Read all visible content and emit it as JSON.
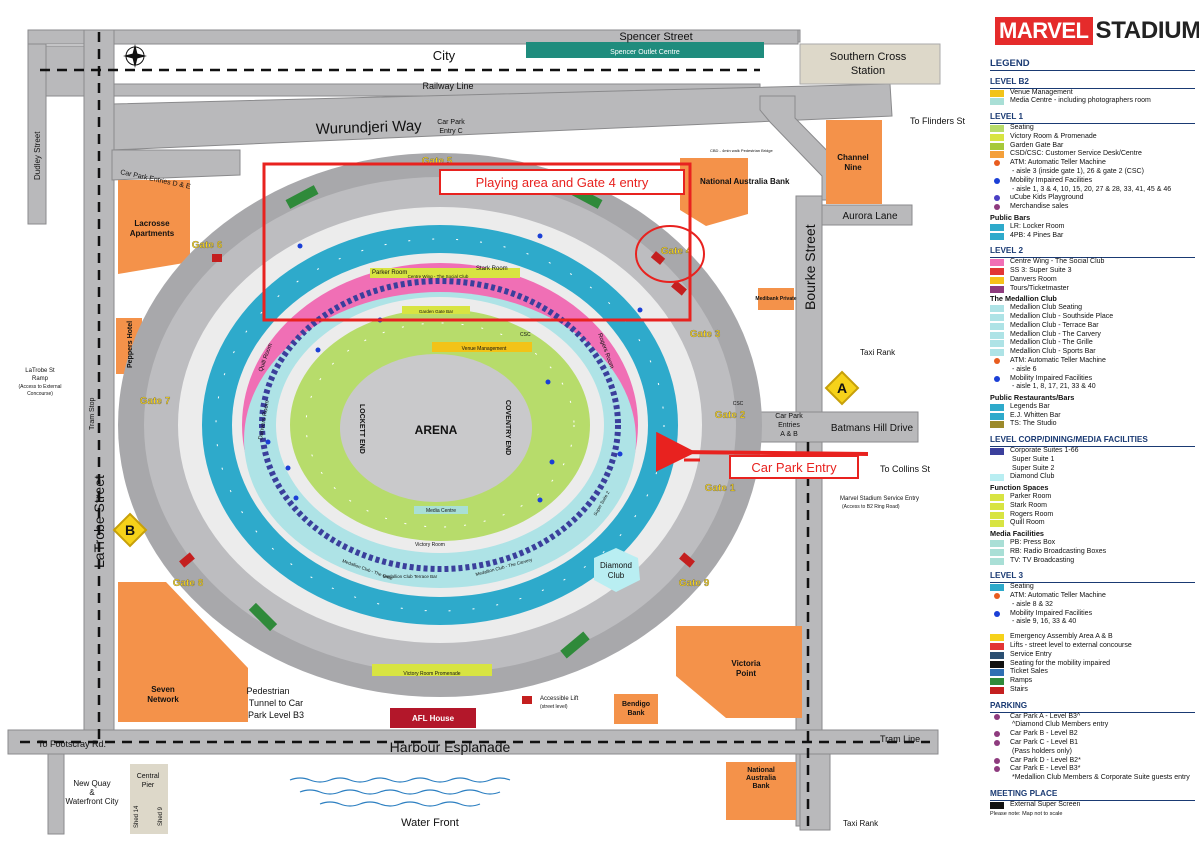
{
  "brand": {
    "word1": "MARVEL",
    "word2": "STADIUM"
  },
  "streets": {
    "spencer": "Spencer Street",
    "city": "City",
    "railway": "Railway Line",
    "wurundjeri": "Wurundjeri Way",
    "dudley": "Dudley Street",
    "latrobe": "LaTrobe Street",
    "bourke": "Bourke Street",
    "aurora": "Aurora Lane",
    "batmans": "Batmans Hill Drive",
    "harbour": "Harbour Esplanade",
    "water_front": "Water Front",
    "tram_stop": "Tram Stop",
    "tram_line": "Tram Line"
  },
  "places": {
    "spencer_outlet": "Spencer Outlet Centre",
    "southern_cross_1": "Southern Cross",
    "southern_cross_2": "Station",
    "channel_nine_1": "Channel",
    "channel_nine_2": "Nine",
    "lacrosse_1": "Lacrosse",
    "lacrosse_2": "Apartments",
    "peppers": "Peppers Hotel",
    "seven_1": "Seven",
    "seven_2": "Network",
    "victoria_1": "Victoria",
    "victoria_2": "Point",
    "bendigo_1": "Bendigo",
    "bendigo_2": "Bank",
    "nab_top": "National Australia Bank",
    "nab_bottom_1": "National",
    "nab_bottom_2": "Australia",
    "nab_bottom_3": "Bank",
    "afl_house": "AFL House",
    "medibank": "Medibank Private",
    "diamond_1": "Diamond",
    "diamond_2": "Club",
    "central_pier_1": "Central",
    "central_pier_2": "Pier",
    "shed14": "Shed 14",
    "shed9": "Shed 9",
    "new_quay_1": "New Quay",
    "new_quay_2": "&",
    "new_quay_3": "Waterfront City"
  },
  "directions": {
    "to_flinders": "To Flinders St",
    "to_collins": "To Collins St",
    "to_footscray": "To Footscray Rd.",
    "taxi_rank": "Taxi Rank",
    "cbd_walk": "CBD - 4min walk Pedestrian Bridge"
  },
  "car_parks": {
    "c_1": "Car Park",
    "c_2": "Entry C",
    "de": "Car Park Entries D & E",
    "ab_1": "Car Park",
    "ab_2": "Entries",
    "ab_3": "A & B",
    "tunnel_1": "Pedestrian",
    "tunnel_2": "Tunnel to Car",
    "tunnel_3": "Park Level B3",
    "latrobe_ramp_1": "LaTrobe St",
    "latrobe_ramp_2": "Ramp",
    "latrobe_ramp_3": "(Access to External",
    "latrobe_ramp_4": "Concourse)",
    "service_entry_1": "Marvel Stadium Service Entry",
    "service_entry_2": "(Access to B2 Ring Road)",
    "access_lift_1": "Accessible Lift",
    "access_lift_2": "(street level)"
  },
  "gates": {
    "g1": "Gate 1",
    "g2": "Gate 2",
    "g3": "Gate 3",
    "g4": "Gate 4",
    "g5": "Gate 5",
    "g6": "Gate 6",
    "g7": "Gate 7",
    "g8": "Gate 8",
    "g9": "Gate 9"
  },
  "assembly": {
    "a": "A",
    "b": "B"
  },
  "arena": {
    "name": "ARENA",
    "lockett": "LOCKETT END",
    "coventry": "COVENTRY END",
    "venue_mgmt": "Venue Management",
    "media_centre": "Media Centre",
    "csc": "CSC",
    "csd": "CSD",
    "parker": "Parker Room",
    "stark": "Stark Room",
    "rogers": "Rogers Room",
    "quill": "Quill Room",
    "danvers": "Danvers Room",
    "centre_wing": "Centre Wing - The Social Club",
    "garden_gate": "Garden Gate Bar",
    "victory": "Victory Room",
    "victory_prom": "Victory Room Promenade",
    "medallion_grille": "Medallion Club - The Grille",
    "medallion_carvery": "Medallion Club - The Carvery",
    "medallion_terrace": "Medallion Club Terrace Bar",
    "super_suite": "Super Suite 2",
    "ticket_sales": "Ticket Sales"
  },
  "annotations": {
    "playing_area": "Playing area and Gate 4 entry",
    "car_park_entry": "Car Park Entry"
  },
  "legend": {
    "title": "LEGEND",
    "b2_title": "LEVEL B2",
    "b2_items": [
      {
        "color": "#f2c318",
        "text": "Venue Management"
      },
      {
        "color": "#a9dfd6",
        "text": "Media Centre - including photographers room"
      }
    ],
    "l1_title": "LEVEL 1",
    "l1_items": [
      {
        "color": "#b7dc6b",
        "text": "Seating"
      },
      {
        "color": "#d8e442",
        "text": "Victory Room & Promenade"
      },
      {
        "color": "#a7c93a",
        "text": "Garden Gate Bar"
      },
      {
        "color": "#f4a03a",
        "text": "CSD/CSC: Customer Service Desk/Centre"
      }
    ],
    "l1_dots": [
      {
        "color": "#e85c1f",
        "text": "ATM: Automatic Teller Machine"
      },
      {
        "color": "",
        "text": "- aisle 3 (inside gate 1), 26 & gate 2 (CSC)"
      },
      {
        "color": "#1b3fd6",
        "text": "Mobility Impaired Facilities"
      },
      {
        "color": "",
        "text": "- aisle 1, 3 & 4, 10, 15, 20, 27 & 28, 33, 41, 45 & 46"
      },
      {
        "color": "#4a3fc4",
        "text": "uCube Kids Playground"
      },
      {
        "color": "#8e3b7e",
        "text": "Merchandise sales"
      }
    ],
    "pb_title": "Public Bars",
    "pb_items": [
      {
        "color": "#2eaacb",
        "text": "LR: Locker Room"
      },
      {
        "color": "#2eaacb",
        "text": "4PB: 4 Pines Bar"
      }
    ],
    "l2_title": "LEVEL 2",
    "l2_items": [
      {
        "color": "#f06fb5",
        "text": "Centre Wing - The Social Club"
      },
      {
        "color": "#e23535",
        "text": "SS 3: Super Suite 3"
      },
      {
        "color": "#f6c21a",
        "text": "Danvers Room"
      },
      {
        "color": "#8e3b7e",
        "text": "Tours/Ticketmaster"
      }
    ],
    "medallion_title": "The Medallion Club",
    "medallion_items": [
      {
        "color": "#aee3e6",
        "text": "Medallion Club Seating"
      },
      {
        "color": "#aee3e6",
        "text": "Medallion Club - Southside Place"
      },
      {
        "color": "#aee3e6",
        "text": "Medallion Club - Terrace Bar"
      },
      {
        "color": "#aee3e6",
        "text": "Medallion Club - The Carvery"
      },
      {
        "color": "#aee3e6",
        "text": "Medallion Club - The Grille"
      },
      {
        "color": "#aee3e6",
        "text": "Medallion Club - Sports Bar"
      }
    ],
    "l2_dots": [
      {
        "color": "#e85c1f",
        "text": "ATM: Automatic Teller Machine"
      },
      {
        "color": "",
        "text": "- aisle 6"
      },
      {
        "color": "#1b3fd6",
        "text": "Mobility Impaired Facilities"
      },
      {
        "color": "",
        "text": "- aisle 1, 8, 17, 21, 33 & 40"
      }
    ],
    "prb_title": "Public Restaurants/Bars",
    "prb_items": [
      {
        "color": "#2eaacb",
        "text": "Legends Bar"
      },
      {
        "color": "#2eaacb",
        "text": "E.J. Whitten Bar"
      },
      {
        "color": "#9c8a2a",
        "text": "TS: The Studio"
      }
    ],
    "corp_title": "LEVEL CORP/DINING/MEDIA FACILITIES",
    "corp_items": [
      {
        "color": "#3b3f9c",
        "text": "Corporate Suites 1-66"
      },
      {
        "color": "",
        "text": "Super Suite 1"
      },
      {
        "color": "",
        "text": "Super Suite 2"
      },
      {
        "color": "#b9eef2",
        "text": "Diamond Club"
      }
    ],
    "fs_title": "Function Spaces",
    "fs_items": [
      {
        "color": "#d8e442",
        "text": "Parker Room"
      },
      {
        "color": "#d8e442",
        "text": "Stark Room"
      },
      {
        "color": "#d8e442",
        "text": "Rogers Room"
      },
      {
        "color": "#d8e442",
        "text": "Quill Room"
      }
    ],
    "mf_title": "Media Facilities",
    "mf_items": [
      {
        "color": "#a9dfd6",
        "text": "PB: Press Box"
      },
      {
        "color": "#a9dfd6",
        "text": "RB: Radio Broadcasting Boxes"
      },
      {
        "color": "#a9dfd6",
        "text": "TV: TV Broadcasting"
      }
    ],
    "l3_title": "LEVEL 3",
    "l3_items": [
      {
        "color": "#2eaacb",
        "text": "Seating"
      }
    ],
    "l3_dots": [
      {
        "color": "#e85c1f",
        "text": "ATM: Automatic Teller Machine"
      },
      {
        "color": "",
        "text": "- aisle 8 & 32"
      },
      {
        "color": "#1b3fd6",
        "text": "Mobility Impaired Facilities"
      },
      {
        "color": "",
        "text": "- aisle 9, 16, 33 & 40"
      }
    ],
    "misc_items": [
      {
        "color": "#f6d21a",
        "text": "Emergency Assembly Area A & B"
      },
      {
        "color": "#e23535",
        "text": "Lifts - street level to external concourse"
      },
      {
        "color": "#2a4f72",
        "text": "Service Entry"
      },
      {
        "color": "#111111",
        "text": "Seating for the mobility impaired"
      },
      {
        "color": "#2f6fb3",
        "text": "Ticket Sales"
      },
      {
        "color": "#2f8a3a",
        "text": "Ramps"
      },
      {
        "color": "#c41f1f",
        "text": "Stairs"
      }
    ],
    "parking_title": "PARKING",
    "parking_items": [
      {
        "color": "#8e3b7e",
        "text": "Car Park A - Level B3^"
      },
      {
        "color": "",
        "text": "^Diamond Club Members entry"
      },
      {
        "color": "#8e3b7e",
        "text": "Car Park B - Level B2"
      },
      {
        "color": "#8e3b7e",
        "text": "Car Park C - Level B1"
      },
      {
        "color": "",
        "text": "(Pass holders only)"
      },
      {
        "color": "#8e3b7e",
        "text": "Car Park D - Level B2*"
      },
      {
        "color": "#8e3b7e",
        "text": "Car Park E - Level B3*"
      },
      {
        "color": "",
        "text": "*Medallion Club Members & Corporate Suite guests entry"
      }
    ],
    "meeting_title": "MEETING PLACE",
    "meeting_items": [
      {
        "color": "#111111",
        "text": "External Super Screen"
      }
    ],
    "note": "Please note: Map not to scale"
  },
  "colors": {
    "road": "#b9b9bb",
    "road_edge": "#8e8e90",
    "building_orange": "#f4924a",
    "level3_blue": "#2eaacb",
    "level2_pink": "#f06fb5",
    "level1_green": "#b7dc6b",
    "medallion": "#aee3e6",
    "highlight_red": "#e8221f",
    "corporate_navy": "#3b3f9c"
  }
}
